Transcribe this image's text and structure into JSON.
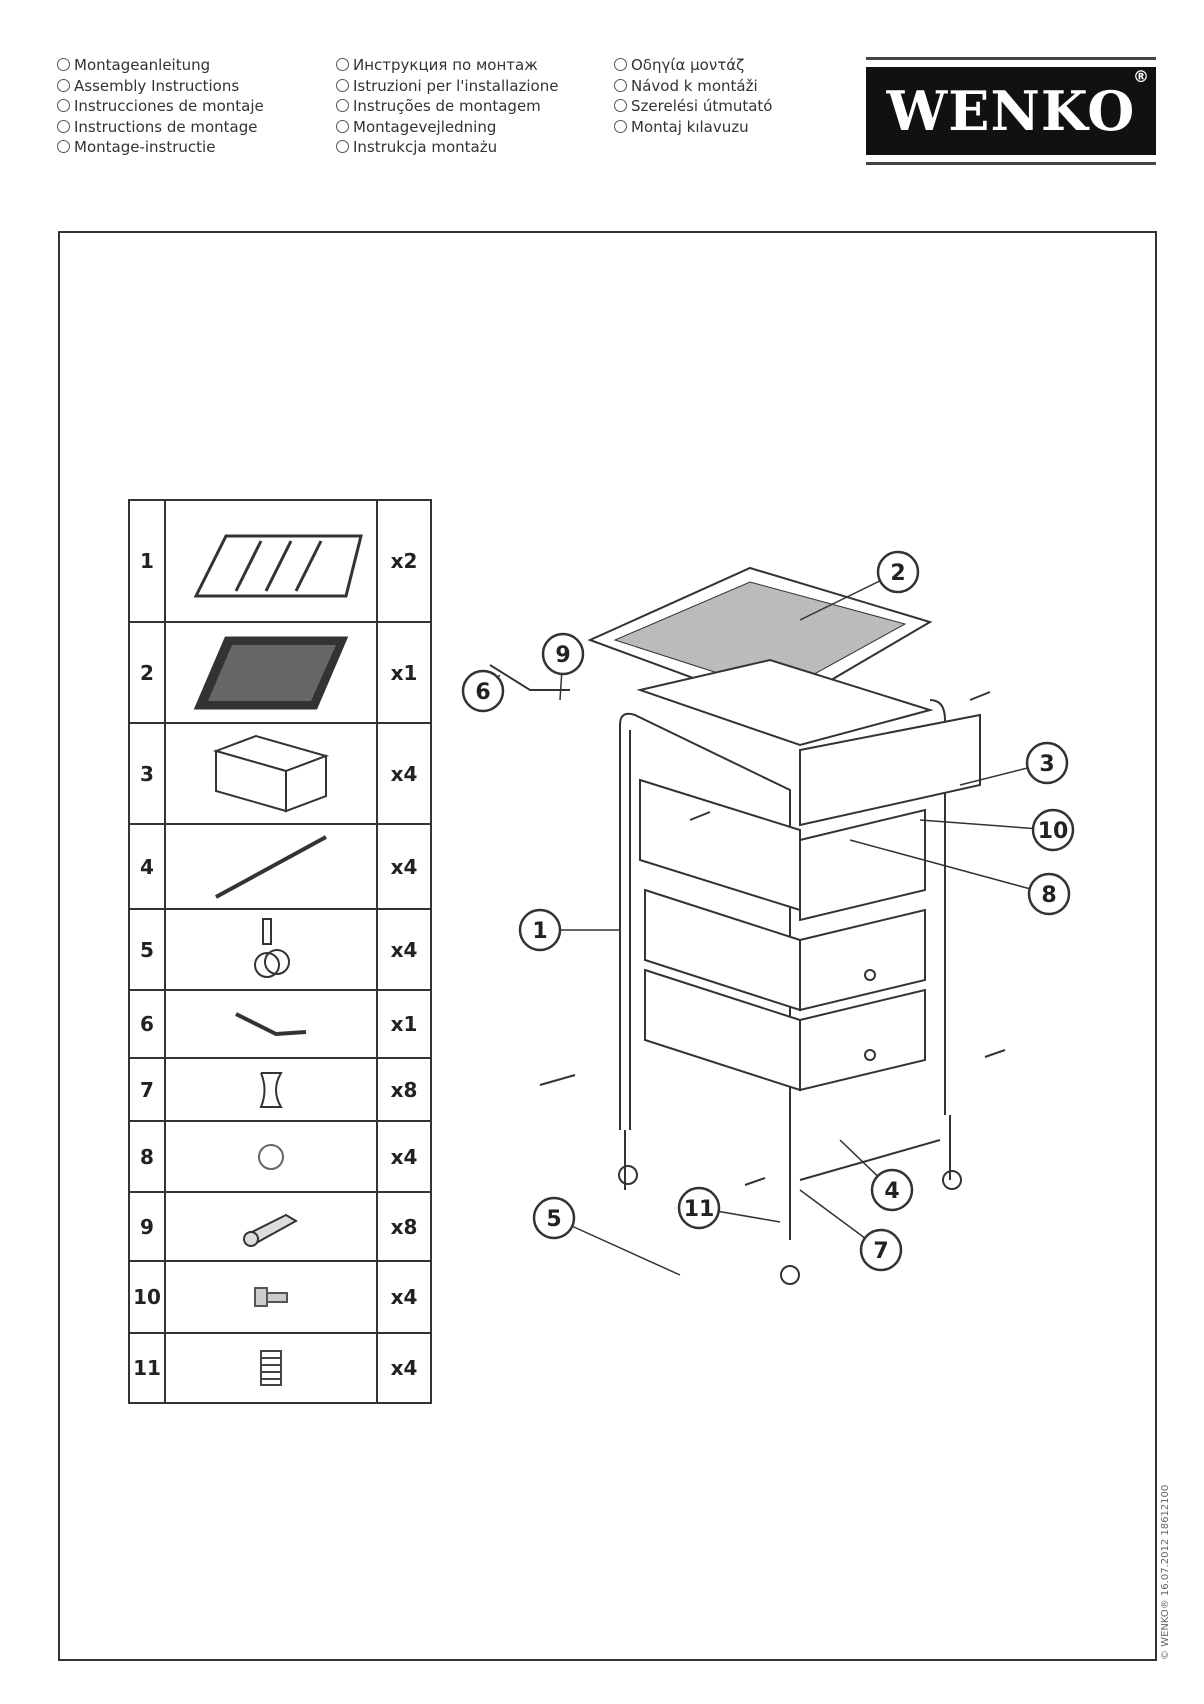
{
  "header": {
    "columns": [
      [
        "Montageanleitung",
        "Assembly Instructions",
        "Instrucciones de montaje",
        "Instructions de montage",
        "Montage-instructie"
      ],
      [
        "Инструкция по монтаж",
        "Istruzioni per l'installazione",
        "Instruções de montagem",
        "Montagevejledning",
        "Instrukcja montażu"
      ],
      [
        "Οδηγία μοντάζ",
        "Návod k montáži",
        "Szerelési útmutató",
        "Montaj kılavuzu"
      ]
    ]
  },
  "logo": {
    "text": "WENKO",
    "reg": "®"
  },
  "parts": [
    {
      "num": "1",
      "qty": "x2",
      "icon": "frame-side-icon"
    },
    {
      "num": "2",
      "qty": "x1",
      "icon": "mesh-top-icon"
    },
    {
      "num": "3",
      "qty": "x4",
      "icon": "drawer-icon"
    },
    {
      "num": "4",
      "qty": "x4",
      "icon": "rod-icon"
    },
    {
      "num": "5",
      "qty": "x4",
      "icon": "caster-wheel-icon"
    },
    {
      "num": "6",
      "qty": "x1",
      "icon": "allen-key-icon"
    },
    {
      "num": "7",
      "qty": "x8",
      "icon": "clip-icon"
    },
    {
      "num": "8",
      "qty": "x4",
      "icon": "cap-icon"
    },
    {
      "num": "9",
      "qty": "x8",
      "icon": "screw-icon"
    },
    {
      "num": "10",
      "qty": "x4",
      "icon": "bolt-icon"
    },
    {
      "num": "11",
      "qty": "x4",
      "icon": "spring-icon"
    }
  ],
  "callouts": [
    "1",
    "2",
    "3",
    "4",
    "5",
    "6",
    "7",
    "8",
    "9",
    "10",
    "11"
  ],
  "footer": {
    "vertical": "© WENKO® 16.07.2012  18612100"
  }
}
